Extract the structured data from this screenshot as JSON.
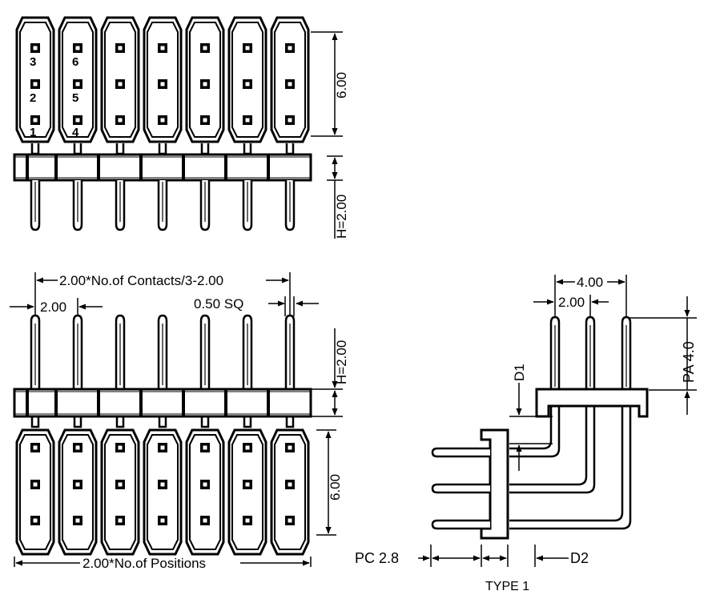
{
  "top_view": {
    "pin_numbers": {
      "p3": "3",
      "p6": "6",
      "p2": "2",
      "p5": "5",
      "p1": "1",
      "p4": "4"
    },
    "dim_height_body": "6.00",
    "dim_h": "H=2.00"
  },
  "front_view": {
    "dim_span": "2.00*No.of Contacts/3-2.00",
    "dim_pitch": "2.00",
    "dim_square": "0.50 SQ",
    "dim_h": "H=2.00",
    "dim_height_body": "6.00",
    "dim_positions": "2.00*No.of Positions"
  },
  "side_view": {
    "dim_row_spacing": "4.00",
    "dim_pitch": "2.00",
    "dim_pa": "PA  4.0",
    "dim_d1": "D1",
    "dim_pc": "PC  2.8",
    "dim_d2": "D2",
    "caption": "TYPE 1"
  }
}
